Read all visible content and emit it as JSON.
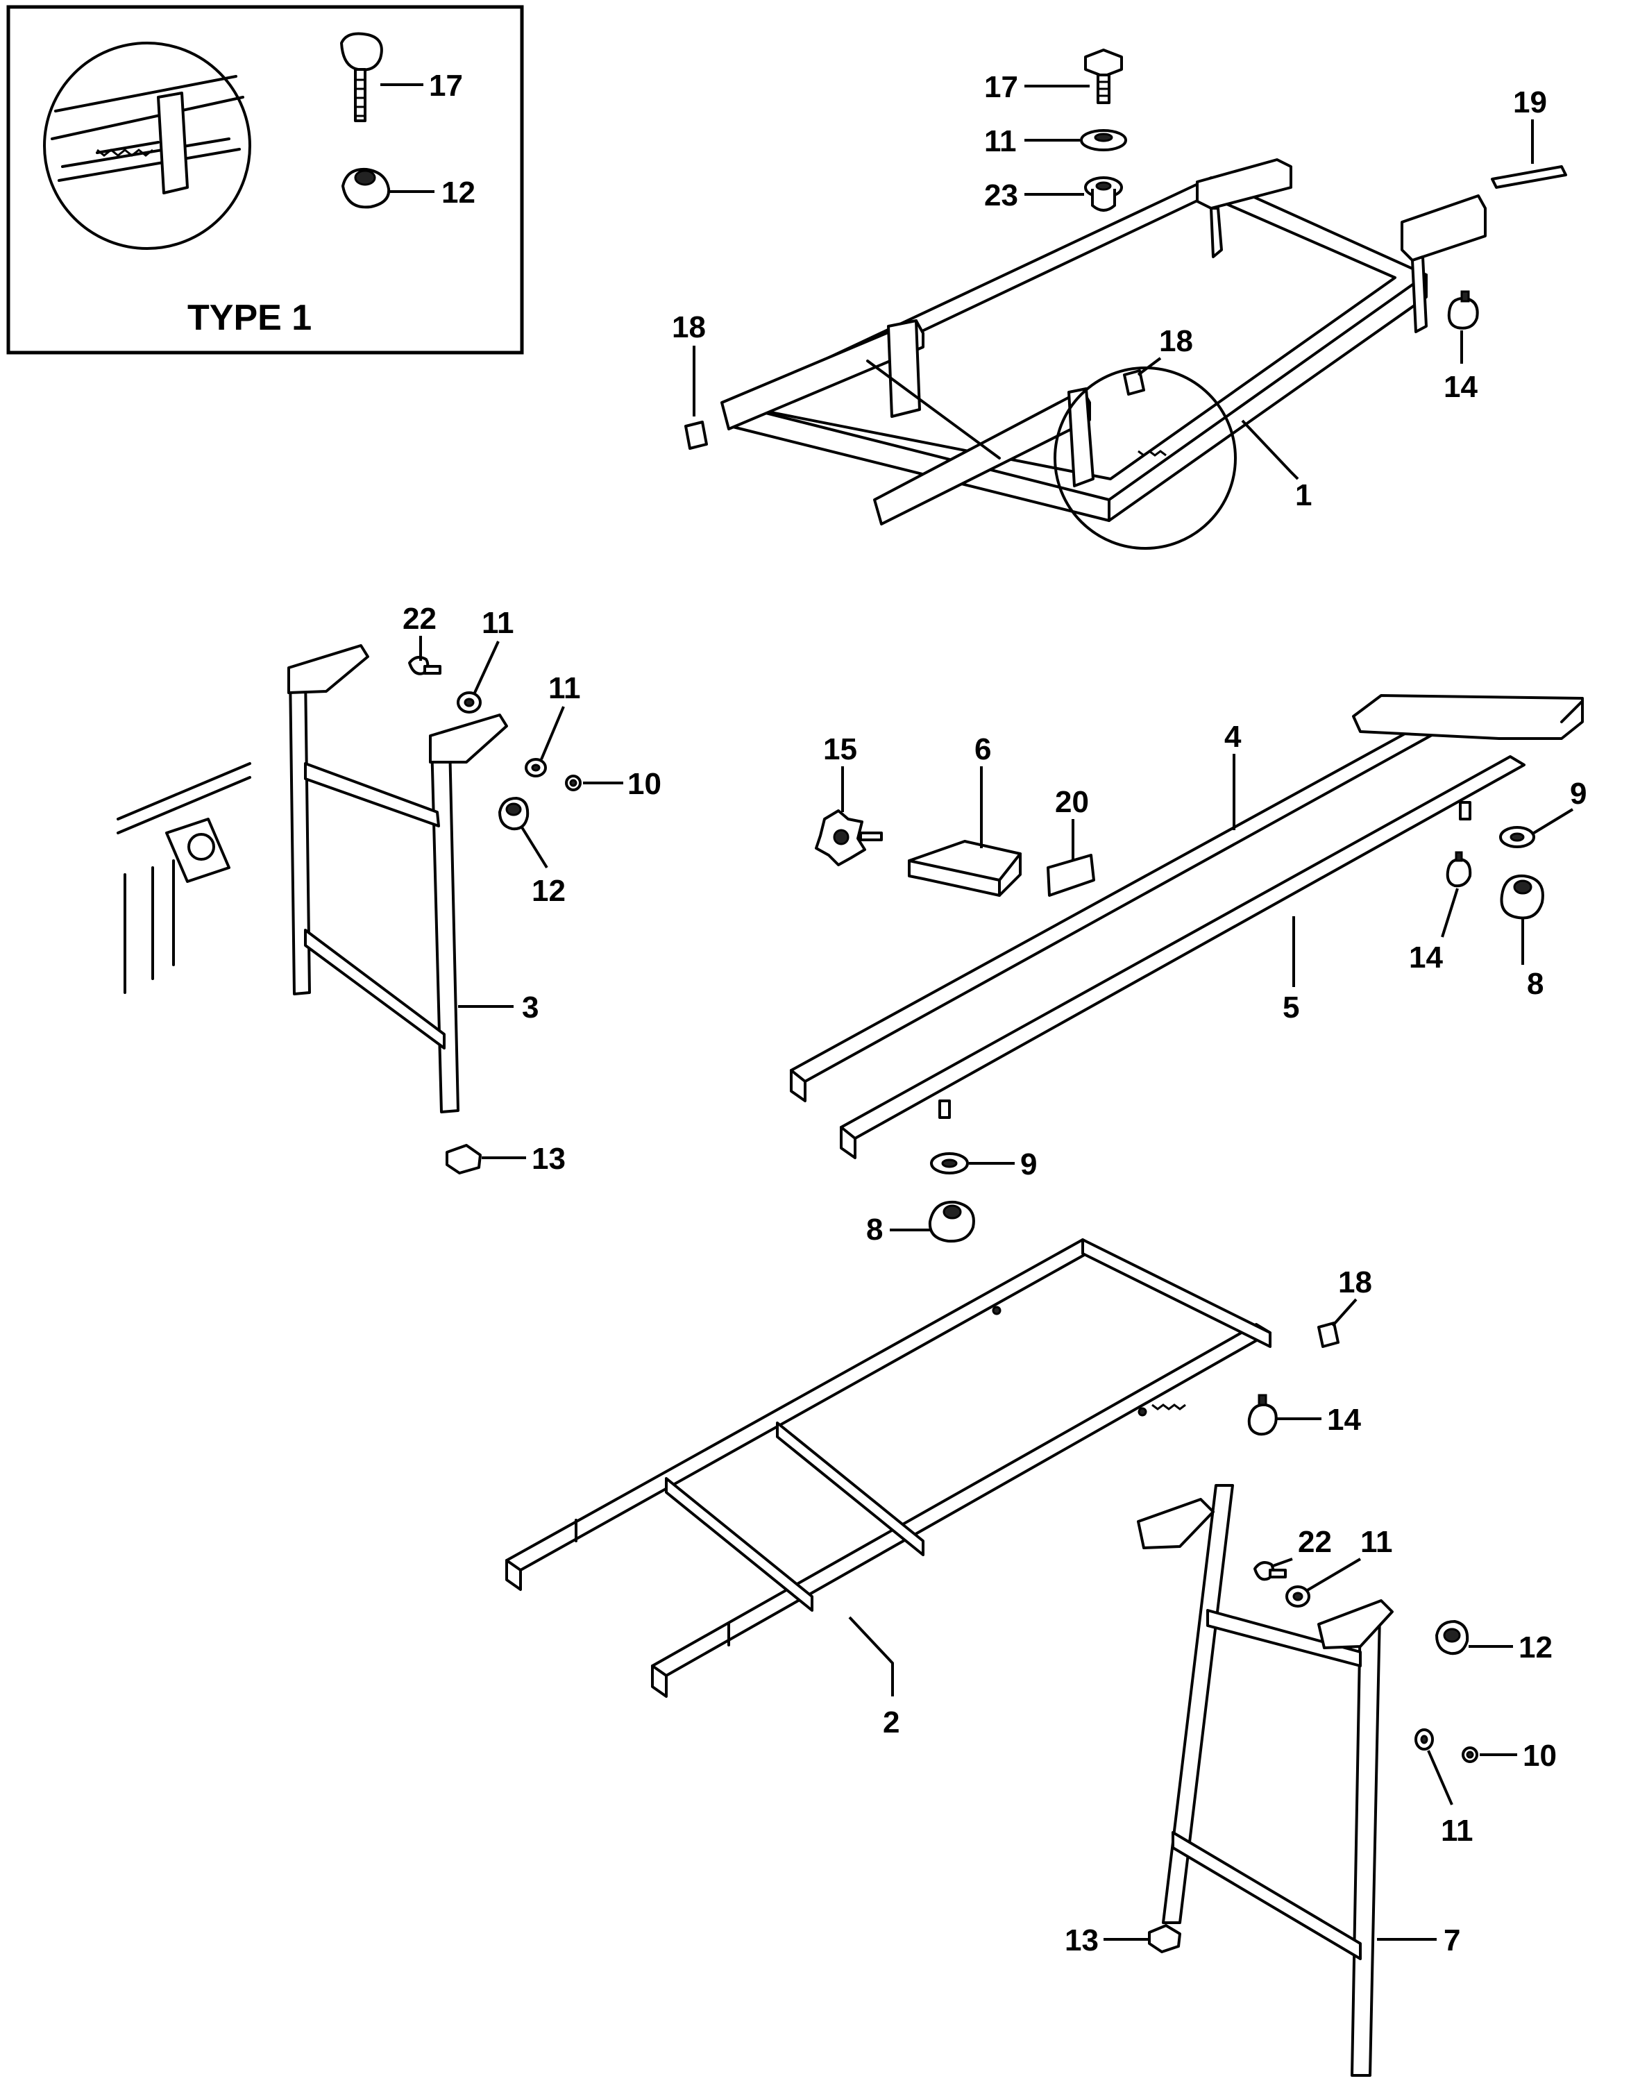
{
  "inset": {
    "title": "TYPE 1"
  },
  "callouts": {
    "c1": "1",
    "c2": "2",
    "c3": "3",
    "c4": "4",
    "c5": "5",
    "c6": "6",
    "c7": "7",
    "c8a": "8",
    "c8b": "8",
    "c9a": "9",
    "c9b": "9",
    "c10a": "10",
    "c10b": "10",
    "c11a": "11",
    "c11b": "11",
    "c11c": "11",
    "c11d": "11",
    "c11e": "11",
    "c12a": "12",
    "c12b": "12",
    "c12c": "12",
    "c13a": "13",
    "c13b": "13",
    "c14a": "14",
    "c14b": "14",
    "c14c": "14",
    "c15": "15",
    "c17a": "17",
    "c17b": "17",
    "c18a": "18",
    "c18b": "18",
    "c18c": "18",
    "c19": "19",
    "c20": "20",
    "c22a": "22",
    "c22b": "22",
    "c23": "23"
  }
}
